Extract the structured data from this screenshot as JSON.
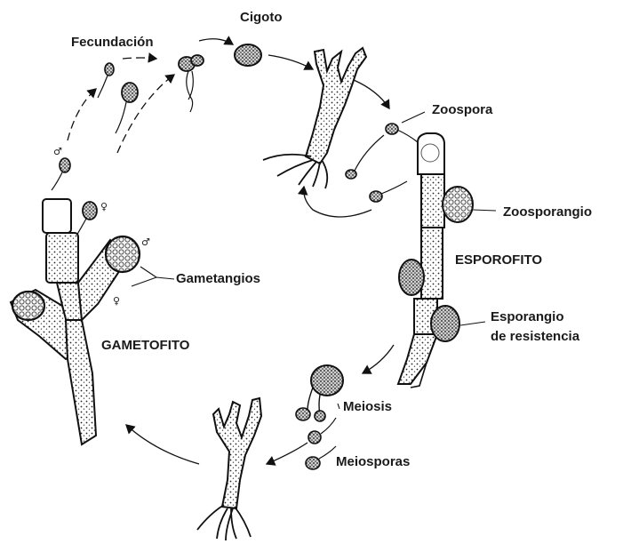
{
  "labels": {
    "cigoto": "Cigoto",
    "fecundacion": "Fecundación",
    "zoospora": "Zoospora",
    "zoosporangio": "Zoosporangio",
    "esporofito": "ESPOROFITO",
    "esporangio_1": "Esporangio",
    "esporangio_2": "de resistencia",
    "meiosis": "Meiosis",
    "meiosporas": "Meiosporas",
    "gametofito": "GAMETOFITO",
    "gametangios": "Gametangios"
  },
  "symbols": {
    "male": "♂",
    "female": "♀"
  },
  "colors": {
    "ink": "#111111",
    "text": "#1a1a1a",
    "stipple": "#d9d9d9",
    "background": "#ffffff"
  }
}
